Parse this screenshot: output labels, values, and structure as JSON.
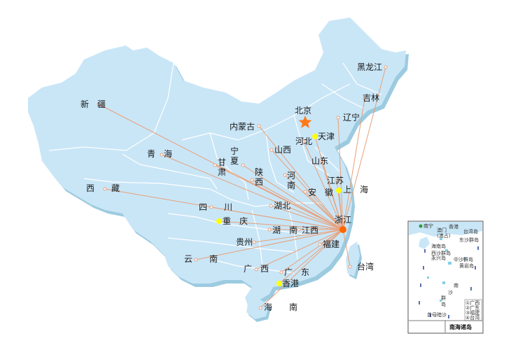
{
  "capital_label": "北京",
  "hub_label": "浙江",
  "colors": {
    "land": "#c9e6f7",
    "land_shadow": "#9cc9de",
    "border": "#ffffff",
    "route": "#e8a07a",
    "hub": "#ff6600",
    "capital_star": "#ff7a1a",
    "city_marker": "#ffff00"
  },
  "regions": [
    {
      "id": "xinjiang",
      "label": "新　疆"
    },
    {
      "id": "xizang",
      "label": "西　　藏"
    },
    {
      "id": "qinghai",
      "label": "青　海"
    },
    {
      "id": "gansu",
      "label": "甘\n肃"
    },
    {
      "id": "ningxia",
      "label": "宁\n夏"
    },
    {
      "id": "neimenggu",
      "label": "内蒙古"
    },
    {
      "id": "heilongjiang",
      "label": "黑龙江"
    },
    {
      "id": "jilin",
      "label": "吉林"
    },
    {
      "id": "liaoning",
      "label": "辽宁"
    },
    {
      "id": "hebei",
      "label": "河北"
    },
    {
      "id": "tianjin",
      "label": "天津"
    },
    {
      "id": "shanxi",
      "label": "山西"
    },
    {
      "id": "shandong",
      "label": "山东"
    },
    {
      "id": "shaanxi",
      "label": "陕\n西"
    },
    {
      "id": "henan",
      "label": "河\n南"
    },
    {
      "id": "jiangsu",
      "label": "江苏"
    },
    {
      "id": "anhui",
      "label": "安　徽"
    },
    {
      "id": "shanghai",
      "label": "上　海"
    },
    {
      "id": "sichuan",
      "label": "四　　川"
    },
    {
      "id": "chongqing",
      "label": "重　庆"
    },
    {
      "id": "hubei",
      "label": "湖北"
    },
    {
      "id": "hunan",
      "label": "湖　南"
    },
    {
      "id": "jiangxi",
      "label": "江西"
    },
    {
      "id": "guizhou",
      "label": "贵州"
    },
    {
      "id": "fujian",
      "label": "福建"
    },
    {
      "id": "yunnan",
      "label": "云　　南"
    },
    {
      "id": "guangxi",
      "label": "广　西"
    },
    {
      "id": "guangdong",
      "label": "广　东"
    },
    {
      "id": "xianggang",
      "label": "香港"
    },
    {
      "id": "hainan",
      "label": "海　　南"
    },
    {
      "id": "taiwan",
      "label": "台湾"
    }
  ],
  "inset": {
    "title": "南海诸岛",
    "labels": [
      "南宁",
      "香港",
      "澳门",
      "(澳占)",
      "台湾岛",
      "东沙群岛",
      "海南岛",
      "西沙群岛",
      "永兴岛",
      "中沙群岛",
      "黄岩岛",
      "南",
      "沙",
      "群",
      "岛",
      "曾母暗沙"
    ],
    "legend": [
      "①广西",
      "②广东",
      "③福建",
      "④台湾"
    ]
  }
}
